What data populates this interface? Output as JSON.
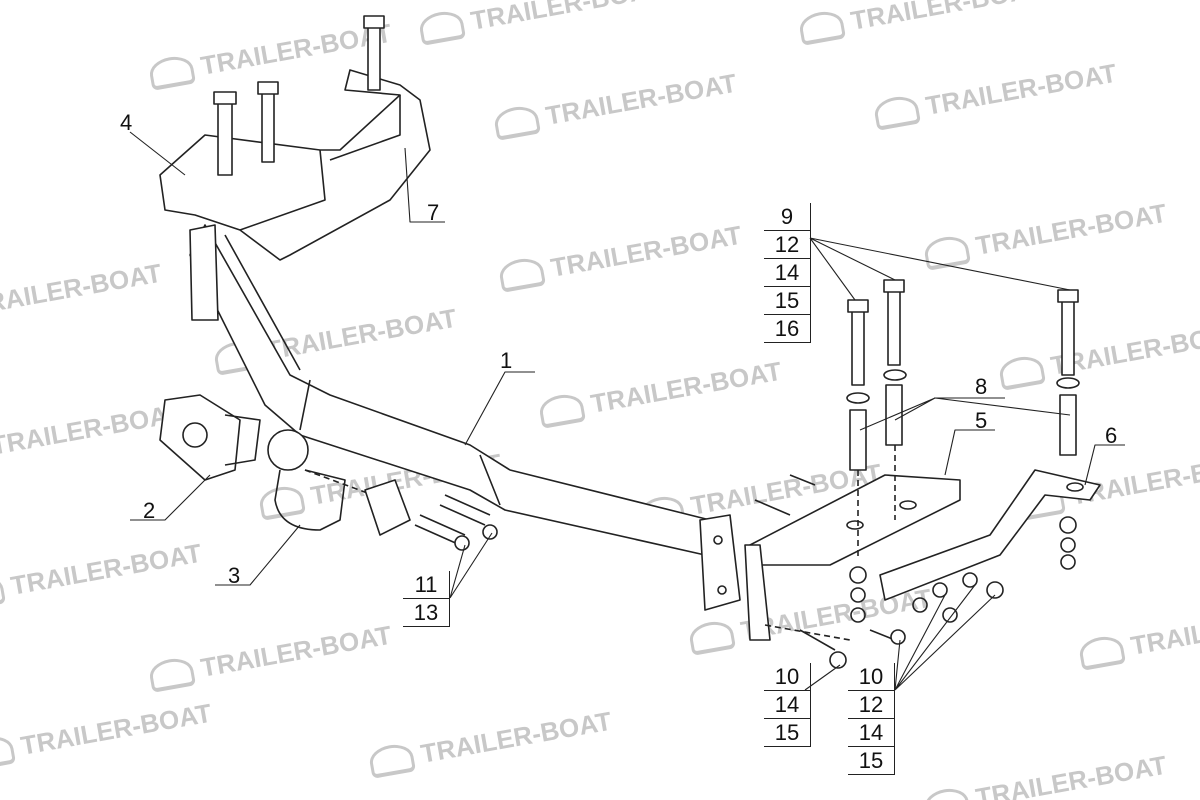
{
  "watermark": "TRAILER-BOAT",
  "parts": {
    "p1": "1",
    "p2": "2",
    "p3": "3",
    "p4": "4",
    "p5": "5",
    "p6": "6",
    "p7": "7",
    "p8": "8"
  },
  "stacks": {
    "top_right": [
      "9",
      "12",
      "14",
      "15",
      "16"
    ],
    "ball_bolts": [
      "11",
      "13"
    ],
    "bottom_left": [
      "10",
      "14",
      "15"
    ],
    "bottom_right": [
      "10",
      "12",
      "14",
      "15"
    ]
  },
  "colors": {
    "line": "#222222",
    "watermark": "#c8c8c8"
  }
}
